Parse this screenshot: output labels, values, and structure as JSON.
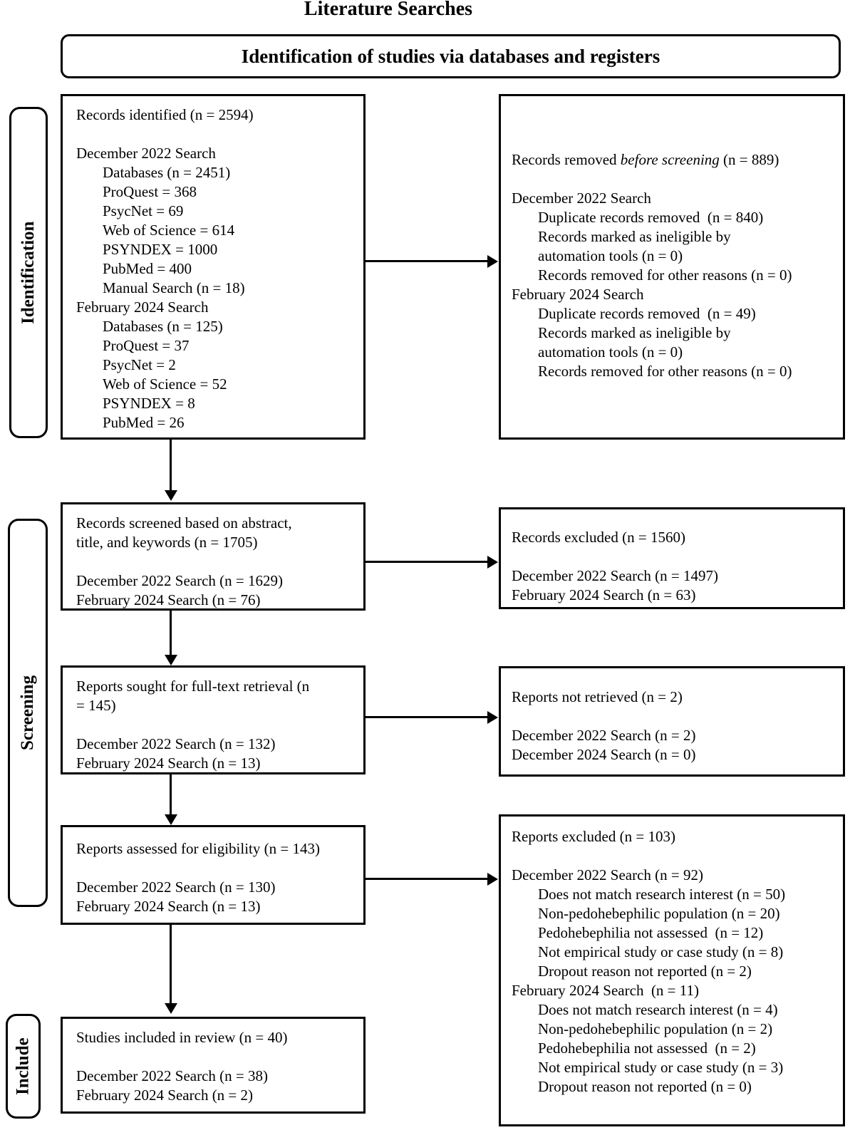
{
  "page": {
    "title": "Literature Searches",
    "header": "Identification of studies via databases and registers"
  },
  "colors": {
    "ink": "#000000",
    "background": "#ffffff"
  },
  "sidebars": [
    {
      "label": "Identification"
    },
    {
      "label": "Screening"
    },
    {
      "label": "Include"
    }
  ],
  "boxes": {
    "records_identified": {
      "lines": [
        {
          "t": "Records identified (n = 2594)",
          "i": 0
        },
        {
          "t": "",
          "i": 0
        },
        {
          "t": "December 2022 Search",
          "i": 0
        },
        {
          "t": "Databases (n = 2451)",
          "i": 1
        },
        {
          "t": "ProQuest = 368",
          "i": 1
        },
        {
          "t": "PsycNet = 69",
          "i": 1
        },
        {
          "t": "Web of Science = 614",
          "i": 1
        },
        {
          "t": "PSYNDEX = 1000",
          "i": 1
        },
        {
          "t": "PubMed = 400",
          "i": 1
        },
        {
          "t": "Manual Search (n = 18)",
          "i": 1
        },
        {
          "t": "February 2024 Search",
          "i": 0
        },
        {
          "t": "Databases (n = 125)",
          "i": 1
        },
        {
          "t": "ProQuest = 37",
          "i": 1
        },
        {
          "t": "PsycNet = 2",
          "i": 1
        },
        {
          "t": "Web of Science = 52",
          "i": 1
        },
        {
          "t": "PSYNDEX = 8",
          "i": 1
        },
        {
          "t": "PubMed = 26",
          "i": 1
        }
      ]
    },
    "records_removed": {
      "lines": [
        {
          "t": "Records removed *before screening* (n = 889)",
          "i": 0
        },
        {
          "t": "",
          "i": 0
        },
        {
          "t": "December 2022 Search",
          "i": 0
        },
        {
          "t": "Duplicate records removed  (n = 840)",
          "i": 1
        },
        {
          "t": "Records marked as ineligible by",
          "i": 1
        },
        {
          "t": "automation tools (n = 0)",
          "i": 1
        },
        {
          "t": "Records removed for other reasons (n = 0)",
          "i": 1
        },
        {
          "t": "February 2024 Search",
          "i": 0
        },
        {
          "t": "Duplicate records removed  (n = 49)",
          "i": 1
        },
        {
          "t": "Records marked as ineligible by",
          "i": 1
        },
        {
          "t": "automation tools (n = 0)",
          "i": 1
        },
        {
          "t": "Records removed for other reasons (n = 0)",
          "i": 1
        }
      ]
    },
    "records_screened": {
      "lines": [
        {
          "t": "Records screened based on abstract,",
          "i": 0
        },
        {
          "t": "title, and keywords (n = 1705)",
          "i": 0
        },
        {
          "t": "",
          "i": 0
        },
        {
          "t": "December 2022 Search (n = 1629)",
          "i": 0
        },
        {
          "t": "February 2024 Search (n = 76)",
          "i": 0
        }
      ]
    },
    "records_excluded": {
      "lines": [
        {
          "t": "Records excluded (n = 1560)",
          "i": 0
        },
        {
          "t": "",
          "i": 0
        },
        {
          "t": "December 2022 Search (n = 1497)",
          "i": 0
        },
        {
          "t": "February 2024 Search (n = 63)",
          "i": 0
        }
      ]
    },
    "reports_sought": {
      "lines": [
        {
          "t": "Reports sought for full-text retrieval (n",
          "i": 0
        },
        {
          "t": "= 145)",
          "i": 0
        },
        {
          "t": "",
          "i": 0
        },
        {
          "t": "December 2022 Search (n = 132)",
          "i": 0
        },
        {
          "t": "February 2024 Search (n = 13)",
          "i": 0
        }
      ]
    },
    "reports_not_retrieved": {
      "lines": [
        {
          "t": "Reports not retrieved (n = 2)",
          "i": 0
        },
        {
          "t": "",
          "i": 0
        },
        {
          "t": "December 2022 Search (n = 2)",
          "i": 0
        },
        {
          "t": "December 2024 Search (n = 0)",
          "i": 0
        }
      ]
    },
    "reports_assessed": {
      "lines": [
        {
          "t": "Reports assessed for eligibility (n = 143)",
          "i": 0
        },
        {
          "t": "",
          "i": 0
        },
        {
          "t": "December 2022 Search (n = 130)",
          "i": 0
        },
        {
          "t": "February 2024 Search (n = 13)",
          "i": 0
        }
      ]
    },
    "reports_excluded": {
      "lines": [
        {
          "t": "Reports excluded (n = 103)",
          "i": 0
        },
        {
          "t": "",
          "i": 0
        },
        {
          "t": "December 2022 Search (n = 92)",
          "i": 0
        },
        {
          "t": "Does not match research interest (n = 50)",
          "i": 1
        },
        {
          "t": "Non-pedohebephilic population (n = 20)",
          "i": 1
        },
        {
          "t": "Pedohebephilia not assessed  (n = 12)",
          "i": 1
        },
        {
          "t": "Not empirical study or case study (n = 8)",
          "i": 1
        },
        {
          "t": "Dropout reason not reported (n = 2)",
          "i": 1
        },
        {
          "t": "February 2024 Search  (n = 11)",
          "i": 0
        },
        {
          "t": "Does not match research interest (n = 4)",
          "i": 1
        },
        {
          "t": "Non-pedohebephilic population (n = 2)",
          "i": 1
        },
        {
          "t": "Pedohebephilia not assessed  (n = 2)",
          "i": 1
        },
        {
          "t": "Not empirical study or case study (n = 3)",
          "i": 1
        },
        {
          "t": "Dropout reason not reported (n = 0)",
          "i": 1
        }
      ]
    },
    "studies_included": {
      "lines": [
        {
          "t": "Studies included in review (n = 40)",
          "i": 0
        },
        {
          "t": "",
          "i": 0
        },
        {
          "t": "December 2022 Search (n = 38)",
          "i": 0
        },
        {
          "t": "February 2024 Search (n = 2)",
          "i": 0
        }
      ]
    }
  }
}
